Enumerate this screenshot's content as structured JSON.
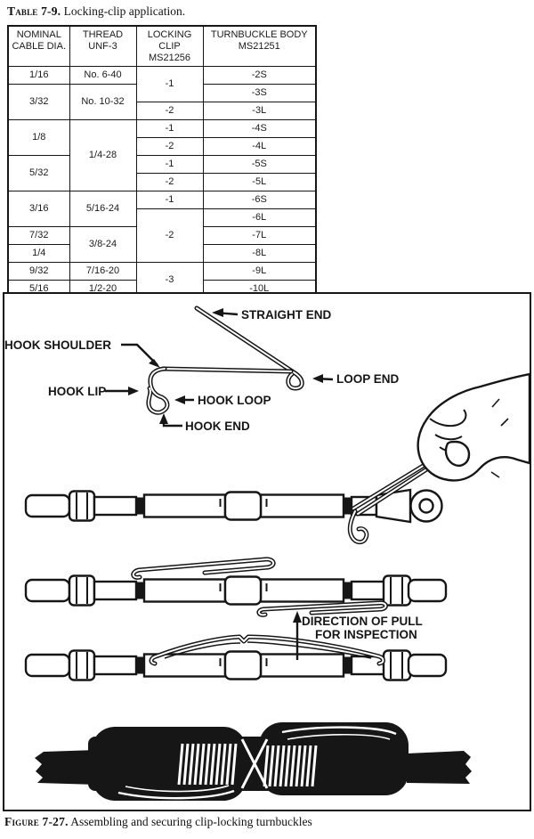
{
  "title": {
    "label": "Table 7-9.",
    "text": " Locking-clip application."
  },
  "table": {
    "headers": [
      "NOMINAL CABLE DIA.",
      "THREAD UNF-3",
      "LOCKING CLIP MS21256",
      "TURNBUCKLE BODY MS21251"
    ],
    "rows": [
      {
        "dia": "1/16",
        "thread": "No. 6-40",
        "clip": "-1",
        "body": "-2S"
      },
      {
        "dia": "3/32",
        "thread": "No. 10-32",
        "body": "-3S"
      },
      {
        "clip": "-2",
        "body": "-3L"
      },
      {
        "dia": "1/8",
        "thread": "1/4-28",
        "clip": "-1",
        "body": "-4S"
      },
      {
        "clip": "-2",
        "body": "-4L"
      },
      {
        "dia": "5/32",
        "clip": "-1",
        "body": "-5S"
      },
      {
        "clip": "-2",
        "body": "-5L"
      },
      {
        "dia": "3/16",
        "thread": "5/16-24",
        "clip": "-1",
        "body": "-6S"
      },
      {
        "clip": "-2",
        "body": "-6L"
      },
      {
        "dia": "7/32",
        "thread": "3/8-24",
        "body": "-7L"
      },
      {
        "dia": "1/4",
        "body": "-8L"
      },
      {
        "dia": "9/32",
        "thread": "7/16-20",
        "clip": "-3",
        "body": "-9L"
      },
      {
        "dia": "5/16",
        "thread": "1/2-20",
        "body": "-10L"
      }
    ]
  },
  "figure": {
    "labels": {
      "straight_end": "STRAIGHT END",
      "hook_shoulder": "HOOK SHOULDER",
      "loop_end": "LOOP END",
      "hook_lip": "HOOK LIP",
      "hook_loop": "HOOK LOOP",
      "hook_end": "HOOK END",
      "direction_line1": "DIRECTION OF PULL",
      "direction_line2": "FOR INSPECTION"
    },
    "caption": {
      "label": "Figure 7-27.",
      "text": " Assembling and securing clip-locking turnbuckles"
    }
  },
  "colors": {
    "ink": "#161616",
    "paper": "#ffffff"
  }
}
